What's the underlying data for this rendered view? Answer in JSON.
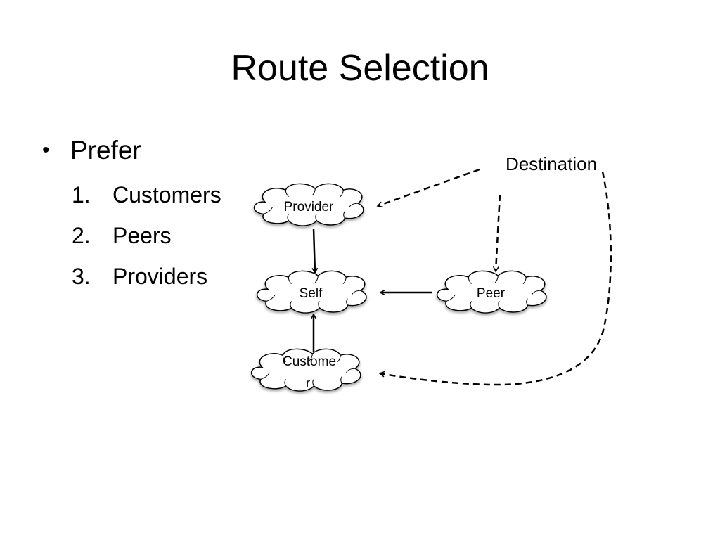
{
  "slide": {
    "title": "Route Selection",
    "bullet": "Prefer",
    "bullet_marker": "•",
    "items": [
      {
        "number": "1.",
        "label": "Customers"
      },
      {
        "number": "2.",
        "label": "Peers"
      },
      {
        "number": "3.",
        "label": "Providers"
      }
    ]
  },
  "diagram": {
    "destination_label": "Destination",
    "nodes": {
      "provider": "Provider",
      "self": "Self",
      "peer": "Peer",
      "customer_line1": "Custome",
      "customer_line2": "r"
    }
  }
}
